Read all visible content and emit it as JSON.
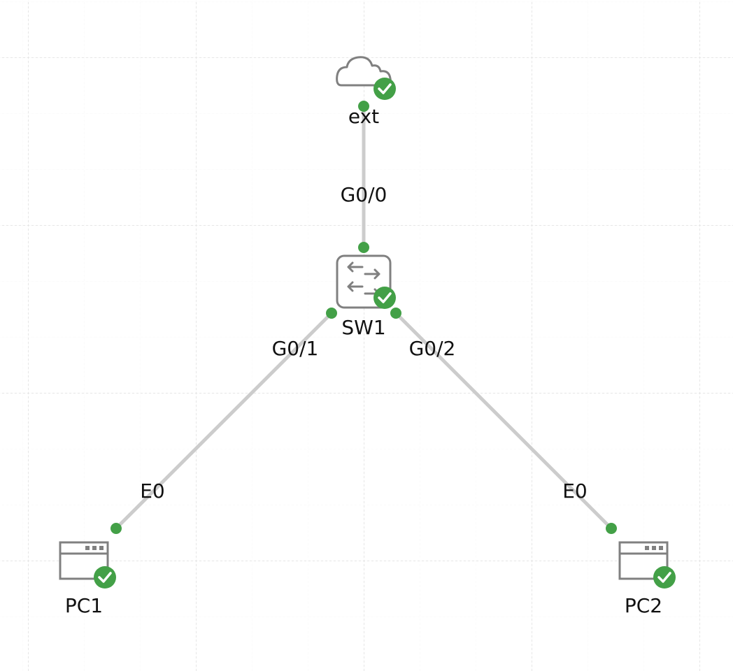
{
  "colors": {
    "link": "#cccccc",
    "port": "#43a047",
    "status": "#43a047",
    "device_stroke": "#808080",
    "grid": "#e6e6e6"
  },
  "nodes": {
    "ext": {
      "label": "ext",
      "icon": "cloud-icon",
      "status": "running"
    },
    "sw1": {
      "label": "SW1",
      "icon": "switch-icon",
      "status": "running"
    },
    "pc1": {
      "label": "PC1",
      "icon": "pc-icon",
      "status": "running"
    },
    "pc2": {
      "label": "PC2",
      "icon": "pc-icon",
      "status": "running"
    }
  },
  "links": {
    "ext_sw1": {
      "port_label": "G0/0"
    },
    "sw1_pc1": {
      "sw_port_label": "G0/1",
      "pc_port_label": "E0"
    },
    "sw1_pc2": {
      "sw_port_label": "G0/2",
      "pc_port_label": "E0"
    }
  }
}
